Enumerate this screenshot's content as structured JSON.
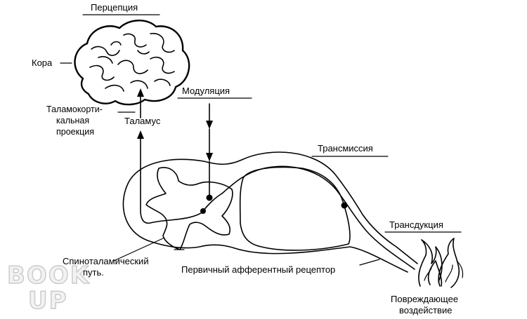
{
  "watermark": {
    "line1": "BOOK",
    "line2": "UP"
  },
  "labels": {
    "perception": "Перцепция",
    "cortex": "Кора",
    "thalamocortical_1": "Таламокорти-",
    "thalamocortical_2": "кальная",
    "thalamocortical_3": "проекция",
    "thalamus": "Таламус",
    "modulation": "Модуляция",
    "transmission": "Трансмиссия",
    "transduction": "Трансдукция",
    "spinothalamic_1": "Спиноталамический",
    "spinothalamic_2": "путь.",
    "primary_afferent": "Первичный афферентный рецептор",
    "damaging_1": "Повреждающее",
    "damaging_2": "воздействие"
  }
}
